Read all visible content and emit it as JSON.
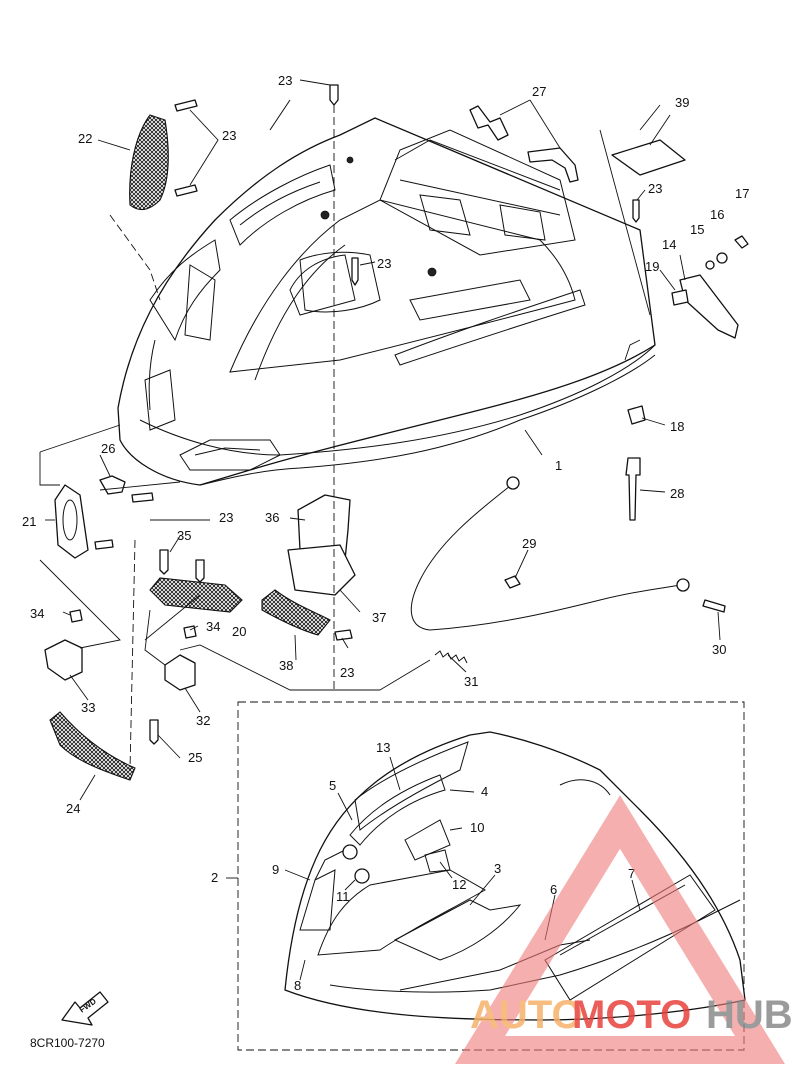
{
  "diagram": {
    "code": "8CR100-7270",
    "fwd_label": "FWD",
    "callouts": [
      {
        "id": "c1",
        "text": "1"
      },
      {
        "id": "c2",
        "text": "2"
      },
      {
        "id": "c3",
        "text": "3"
      },
      {
        "id": "c4",
        "text": "4"
      },
      {
        "id": "c5",
        "text": "5"
      },
      {
        "id": "c6",
        "text": "6"
      },
      {
        "id": "c7",
        "text": "7"
      },
      {
        "id": "c8",
        "text": "8"
      },
      {
        "id": "c9",
        "text": "9"
      },
      {
        "id": "c10",
        "text": "10"
      },
      {
        "id": "c11",
        "text": "11"
      },
      {
        "id": "c12",
        "text": "12"
      },
      {
        "id": "c13",
        "text": "13"
      },
      {
        "id": "c14",
        "text": "14"
      },
      {
        "id": "c15",
        "text": "15"
      },
      {
        "id": "c16",
        "text": "16"
      },
      {
        "id": "c17",
        "text": "17"
      },
      {
        "id": "c18",
        "text": "18"
      },
      {
        "id": "c19",
        "text": "19"
      },
      {
        "id": "c20",
        "text": "20"
      },
      {
        "id": "c21",
        "text": "21"
      },
      {
        "id": "c22",
        "text": "22"
      },
      {
        "id": "c23a",
        "text": "23"
      },
      {
        "id": "c23b",
        "text": "23"
      },
      {
        "id": "c23c",
        "text": "23"
      },
      {
        "id": "c23d",
        "text": "23"
      },
      {
        "id": "c23e",
        "text": "23"
      },
      {
        "id": "c23f",
        "text": "23"
      },
      {
        "id": "c24",
        "text": "24"
      },
      {
        "id": "c25",
        "text": "25"
      },
      {
        "id": "c26",
        "text": "26"
      },
      {
        "id": "c27",
        "text": "27"
      },
      {
        "id": "c28",
        "text": "28"
      },
      {
        "id": "c29",
        "text": "29"
      },
      {
        "id": "c30",
        "text": "30"
      },
      {
        "id": "c31",
        "text": "31"
      },
      {
        "id": "c32",
        "text": "32"
      },
      {
        "id": "c33",
        "text": "33"
      },
      {
        "id": "c34a",
        "text": "34"
      },
      {
        "id": "c34b",
        "text": "34"
      },
      {
        "id": "c35",
        "text": "35"
      },
      {
        "id": "c36",
        "text": "36"
      },
      {
        "id": "c37",
        "text": "37"
      },
      {
        "id": "c38",
        "text": "38"
      },
      {
        "id": "c39",
        "text": "39"
      }
    ]
  },
  "watermark": {
    "part1": "AUTO",
    "part2": "MOTO",
    "part3": "HUB",
    "color_orange": "#f6b26b",
    "color_red": "#e8413c",
    "color_gray": "#8a8a8a"
  }
}
